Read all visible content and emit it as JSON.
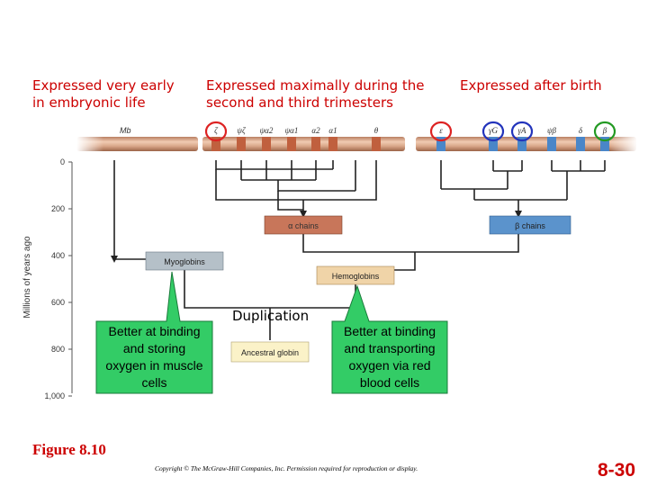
{
  "headers": {
    "early": [
      "Expressed very early",
      "in embryonic life"
    ],
    "trimesters": [
      "Expressed maximally during the",
      "second and third trimesters"
    ],
    "after_birth": "Expressed after birth"
  },
  "chromosome": {
    "mb_label": "Mb",
    "genes": [
      {
        "label": "ζ",
        "circle": "red"
      },
      {
        "label": "ψζ",
        "circle": ""
      },
      {
        "label": "ψα2",
        "circle": ""
      },
      {
        "label": "ψα1",
        "circle": ""
      },
      {
        "label": "α2",
        "circle": ""
      },
      {
        "label": "α1",
        "circle": ""
      },
      {
        "label": "θ",
        "circle": ""
      },
      {
        "label": "ε",
        "circle": "red"
      },
      {
        "label": "γG",
        "circle": "blue"
      },
      {
        "label": "γA",
        "circle": "blue"
      },
      {
        "label": "ψβ",
        "circle": ""
      },
      {
        "label": "δ",
        "circle": ""
      },
      {
        "label": "β",
        "circle": "green"
      }
    ]
  },
  "axis": {
    "label": "Millions of years ago",
    "ticks": [
      "0",
      "200",
      "400",
      "600",
      "800",
      "1,000"
    ]
  },
  "boxes": {
    "alpha_chains": "α chains",
    "beta_chains": "β chains",
    "myoglobins": "Myoglobins",
    "hemoglobins": "Hemoglobins",
    "ancestral": "Ancestral globin"
  },
  "callouts": {
    "muscle": [
      "Better at binding",
      "and storing",
      "oxygen in muscle",
      "cells"
    ],
    "blood": [
      "Better at binding",
      "and transporting",
      "oxygen via red",
      "blood cells"
    ],
    "duplication": "Duplication"
  },
  "footer": {
    "figure": "Figure 8.10",
    "copyright": "Copyright © The McGraw-Hill Companies, Inc. Permission required for reproduction or display.",
    "page": "8-30"
  },
  "colors": {
    "header_red": "#cc0000",
    "callout_green": "#33cc66",
    "alpha_box": "#c8765a",
    "beta_box": "#5b93cc",
    "myoglobin_box": "#b5c0c8",
    "hemoglobin_box": "#f0d4a8",
    "ancestral_box": "#fbf2c8",
    "chromosome": "#d9a688",
    "circle_red": "#dd2222",
    "circle_blue": "#2233bb",
    "circle_green": "#229922"
  }
}
